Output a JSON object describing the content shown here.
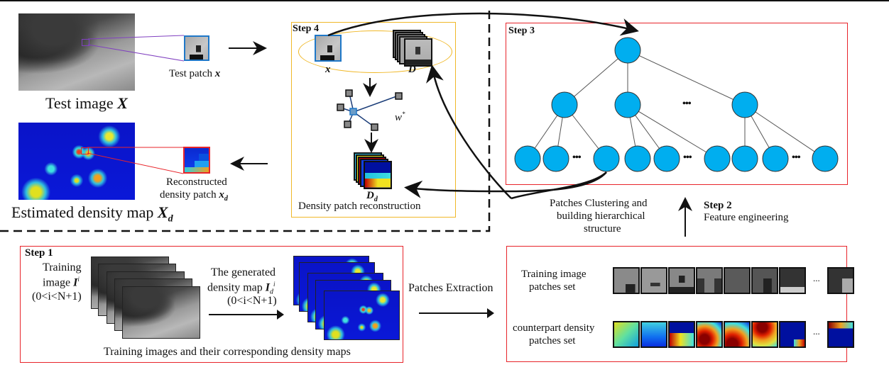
{
  "test_section": {
    "test_image_label": "Test image ",
    "test_image_var": "X",
    "test_patch_label": "Test patch ",
    "test_patch_var": "x",
    "estimated_map_label": "Estimated density map ",
    "estimated_map_var": "X",
    "estimated_map_sub": "d",
    "reconstructed_label_line1": "Reconstructed",
    "reconstructed_label_line2": "density patch ",
    "reconstructed_var": "x",
    "reconstructed_sub": "d"
  },
  "step4": {
    "title": "Step 4",
    "x_label": "x",
    "d_label": "D",
    "w_label": "w",
    "w_sup": "*",
    "dd_label": "D",
    "dd_sub": "d",
    "caption": "Density patch reconstruction"
  },
  "step3": {
    "title": "Step 3",
    "ellipsis": "•••"
  },
  "step2": {
    "title": "Step 2",
    "subtitle": "Feature engineering",
    "left_line1": "Patches Clustering and",
    "left_line2": "building hierarchical",
    "left_line3": "structure"
  },
  "step1": {
    "title": "Step 1",
    "training_line1": "Training",
    "training_line2": "image ",
    "training_var": "I",
    "training_sup": "i",
    "training_range": "(0<i<N+1)",
    "generated_line1": "The generated",
    "generated_line2": "density map ",
    "generated_var": "I",
    "generated_sub": "d",
    "generated_sup": "i",
    "generated_range": "(0<i<N+1)",
    "caption": "Training images and their corresponding density maps"
  },
  "extraction": {
    "label": "Patches Extraction"
  },
  "patch_sets": {
    "training_line1": "Training image",
    "training_line2": "patches set",
    "density_line1": "counterpart density",
    "density_line2": "patches set",
    "ellipsis": "..."
  },
  "colors": {
    "step_box_red": "#e8242a",
    "step4_box_yellow": "#f0b828",
    "node_fill": "#00aeef",
    "graph_edge": "#1a3c78",
    "patch_border_blue": "#1f78c8"
  }
}
